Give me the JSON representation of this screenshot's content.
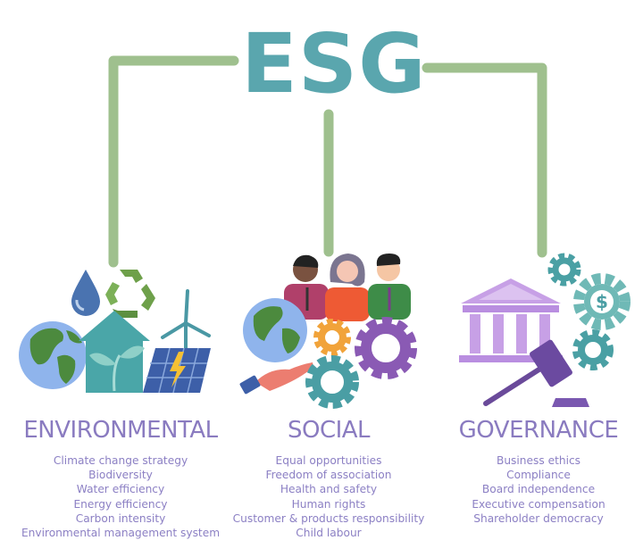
{
  "title": "ESG",
  "colors": {
    "title": "#5aa6ae",
    "connector": "#9fc08e",
    "heading": "#8a7bc0",
    "item": "#8c80c4"
  },
  "pillars": [
    {
      "heading": "ENVIRONMENTAL",
      "icon": "environment-illustration",
      "items": [
        "Climate change strategy",
        "Biodiversity",
        "Water efficiency",
        "Energy efficiency",
        "Carbon intensity",
        "Environmental management system"
      ]
    },
    {
      "heading": "SOCIAL",
      "icon": "social-illustration",
      "items": [
        "Equal opportunities",
        "Freedom of association",
        "Health and safety",
        "Human rights",
        "Customer & products responsibility",
        "Child labour"
      ]
    },
    {
      "heading": "GOVERNANCE",
      "icon": "governance-illustration",
      "items": [
        "Business ethics",
        "Compliance",
        "Board independence",
        "Executive compensation",
        "Shareholder democracy"
      ]
    }
  ],
  "illustration_glyphs": {
    "governance_gear_symbol": "$"
  }
}
